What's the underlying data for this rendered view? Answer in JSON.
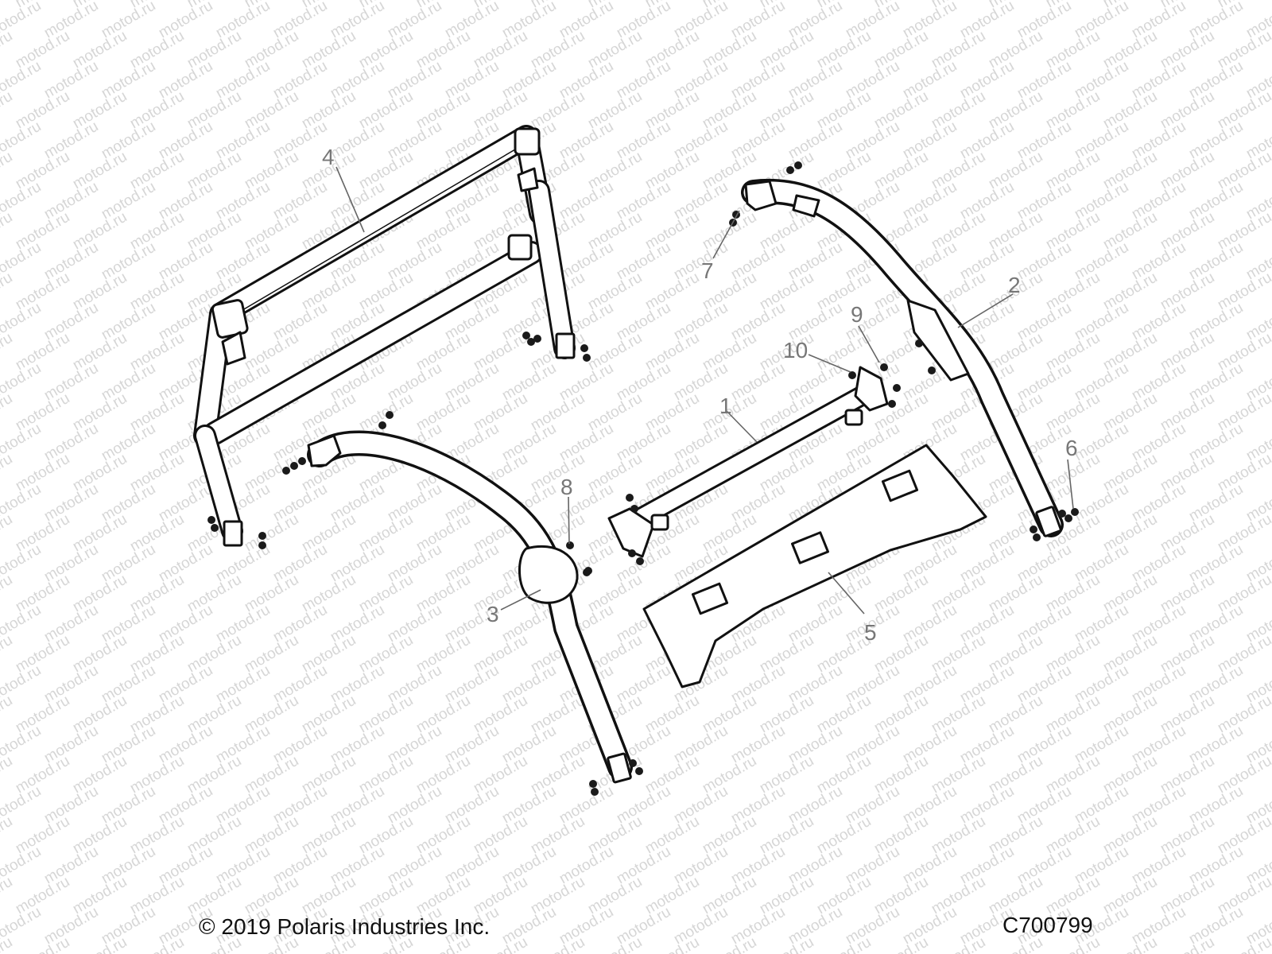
{
  "watermark": "motod.ru",
  "callouts": [
    "1",
    "2",
    "3",
    "4",
    "5",
    "6",
    "7",
    "8",
    "9",
    "10"
  ],
  "footer": {
    "copyright": "© 2019 Polaris Industries Inc.",
    "figure_id": "C700799"
  }
}
